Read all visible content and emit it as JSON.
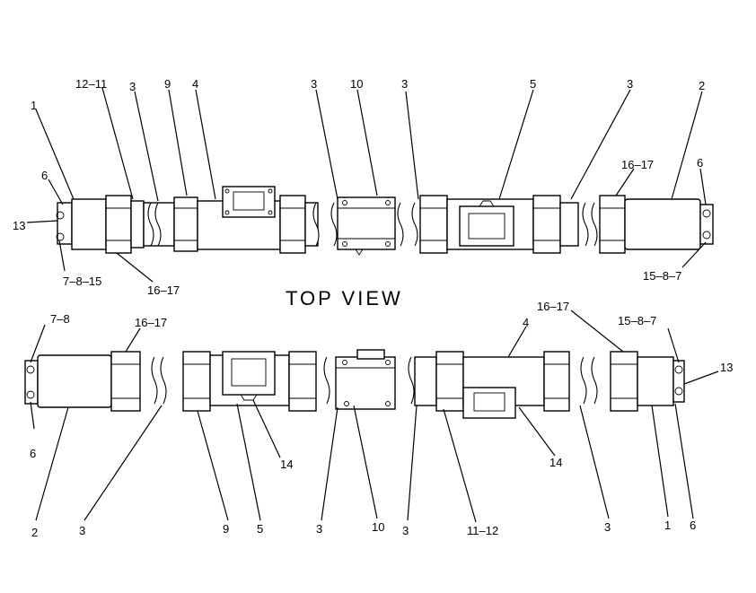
{
  "view_title": "TOP VIEW",
  "top_labels": [
    "1",
    "6",
    "13",
    "12–11",
    "3",
    "9",
    "4",
    "3",
    "10",
    "3",
    "5",
    "3",
    "2",
    "16–17",
    "6",
    "7–8–15",
    "16–17",
    "15–8–7"
  ],
  "bottom_labels": [
    "7–8",
    "16–17",
    "6",
    "2",
    "3",
    "9",
    "5",
    "14",
    "3",
    "10",
    "3",
    "11–12",
    "4",
    "14",
    "16–17",
    "15–8–7",
    "13",
    "3",
    "1",
    "6"
  ]
}
